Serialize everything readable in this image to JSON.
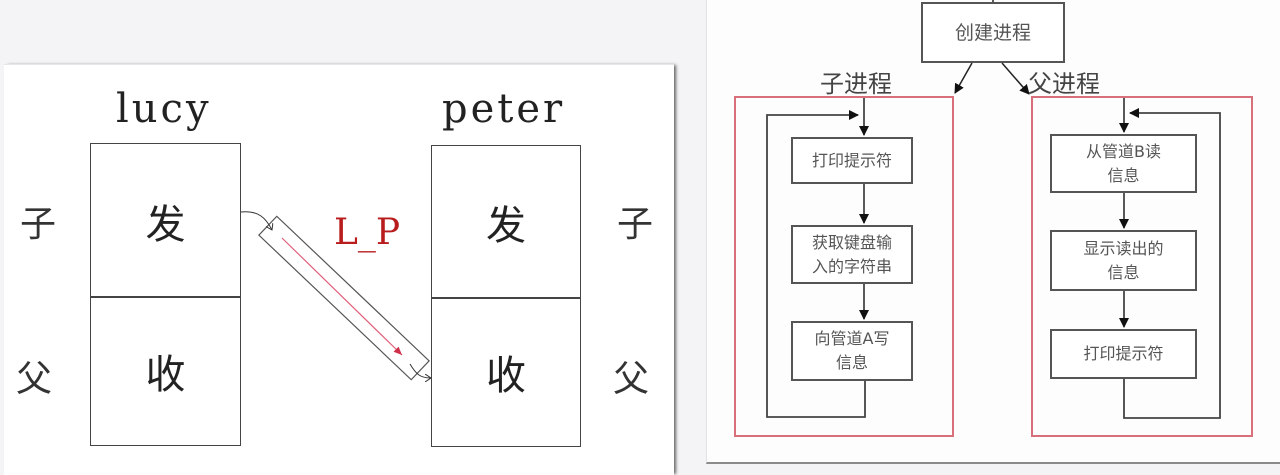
{
  "left_diagram": {
    "left_process": {
      "name": "lucy",
      "top_cell": "发",
      "bottom_cell": "收",
      "side_top": "子",
      "side_bottom": "父"
    },
    "right_process": {
      "name": "peter",
      "top_cell": "发",
      "bottom_cell": "收",
      "side_top": "子",
      "side_bottom": "父"
    },
    "pipe_label": "L_P",
    "pipe_color": "#b81c1c"
  },
  "flowchart": {
    "root": "创建进程",
    "child": {
      "label": "子进程",
      "steps": [
        "打印提示符",
        "获取键盘输入的字符串",
        "向管道A写信息"
      ],
      "step_lines": [
        [
          "打印提示符"
        ],
        [
          "获取键盘输",
          "入的字符串"
        ],
        [
          "向管道A写",
          "信息"
        ]
      ]
    },
    "parent": {
      "label": "父进程",
      "steps": [
        "从管道B读信息",
        "显示读出的信息",
        "打印提示符"
      ],
      "step_lines": [
        [
          "从管道B读",
          "信息"
        ],
        [
          "显示读出的",
          "信息"
        ],
        [
          "打印提示符"
        ]
      ]
    },
    "container_color": "#d8707c"
  }
}
